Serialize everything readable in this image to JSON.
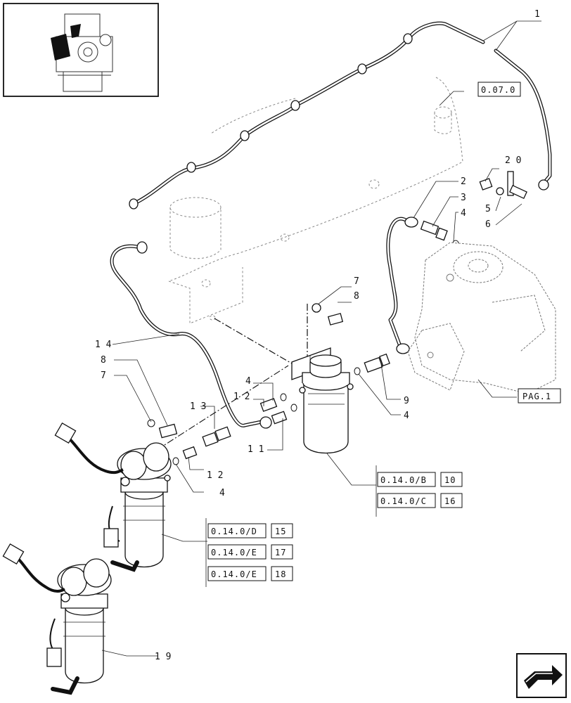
{
  "callouts": {
    "c1": "1",
    "c2": "2",
    "c3": "3",
    "c4a": "4",
    "c20": "2 0",
    "c5": "5",
    "c6": "6",
    "c7a": "7",
    "c8a": "8",
    "c14": "1 4",
    "c8b": "8",
    "c7b": "7",
    "c4b": "4",
    "c12a": "1 2",
    "c13": "1 3",
    "c11": "1 1",
    "c9": "9",
    "c4c": "4",
    "c12b": "1 2",
    "c4d": "4",
    "c19": "1 9"
  },
  "references": {
    "r0070": "0.07.0",
    "rpag1": "PAG.1",
    "r0140b": {
      "code": "0.14.0/B",
      "num": "10"
    },
    "r0140c": {
      "code": "0.14.0/C",
      "num": "16"
    },
    "r0140d": {
      "code": "0.14.0/D",
      "num": "15"
    },
    "r0140e1": {
      "code": "0.14.0/E",
      "num": "17"
    },
    "r0140e2": {
      "code": "0.14.0/E",
      "num": "18"
    }
  },
  "icons": {
    "thumbnail": "engine-thumbnail-icon",
    "next_page": "next-page-arrow-icon"
  }
}
